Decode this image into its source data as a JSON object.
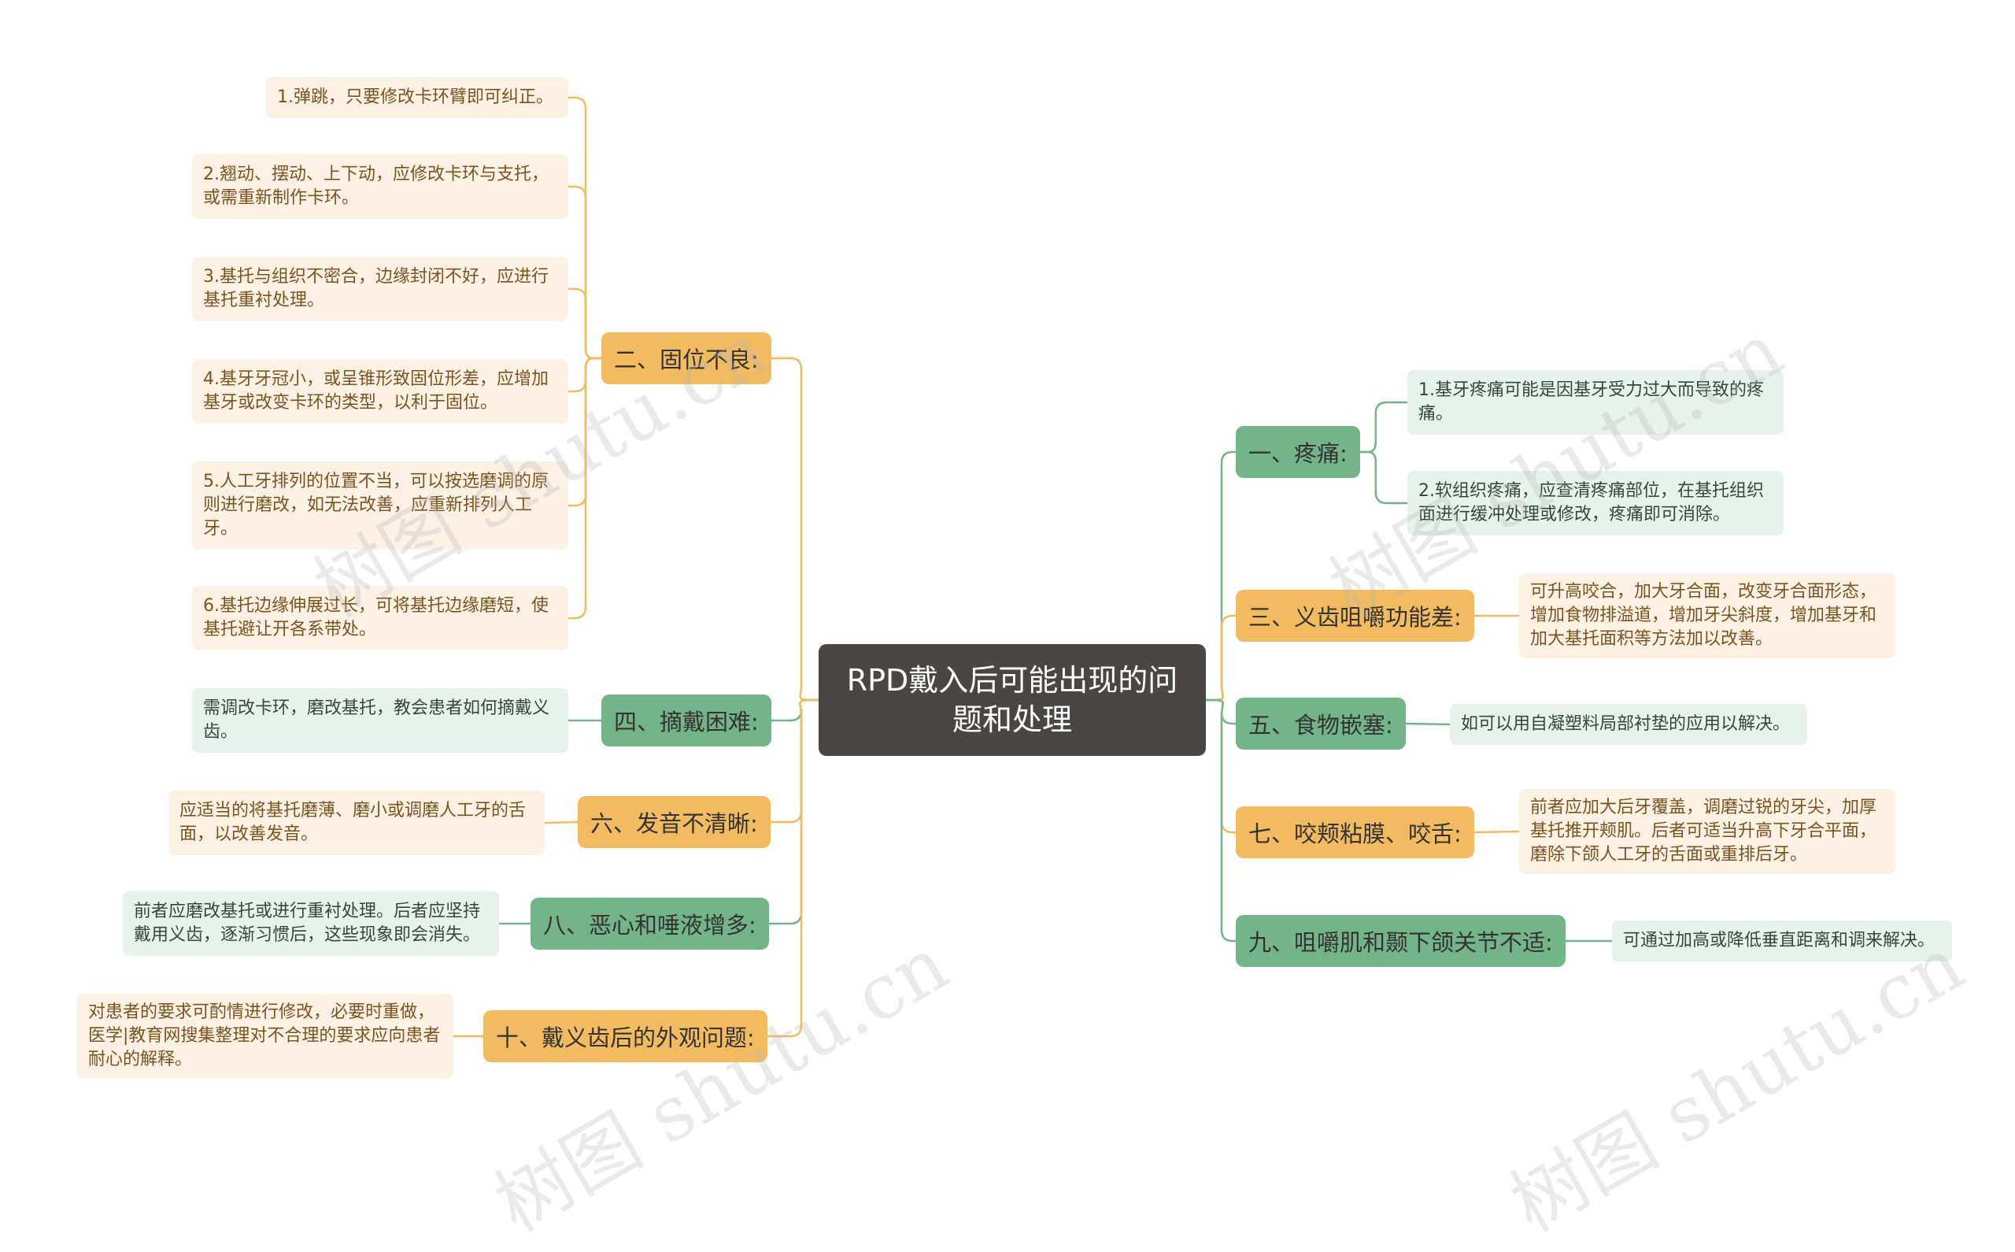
{
  "center": {
    "title": "RPD戴入后可能出现的问题和处理"
  },
  "left": {
    "b2": {
      "label": "二、固位不良:",
      "leaves": [
        "1.弹跳，只要修改卡环臂即可纠正。",
        "2.翘动、摆动、上下动，应修改卡环与支托，或需重新制作卡环。",
        "3.基托与组织不密合，边缘封闭不好，应进行基托重衬处理。",
        "4.基牙牙冠小，或呈锥形致固位形差，应增加基牙或改变卡环的类型，以利于固位。",
        "5.人工牙排列的位置不当，可以按选磨调的原则进行磨改，如无法改善，应重新排列人工牙。",
        "6.基托边缘伸展过长，可将基托边缘磨短，使基托避让开各系带处。"
      ]
    },
    "b4": {
      "label": "四、摘戴困难:",
      "leaf": "需调改卡环，磨改基托，教会患者如何摘戴义齿。"
    },
    "b6": {
      "label": "六、发音不清晰:",
      "leaf": "应适当的将基托磨薄、磨小或调磨人工牙的舌面，以改善发音。"
    },
    "b8": {
      "label": "八、恶心和唾液增多:",
      "leaf": "前者应磨改基托或进行重衬处理。后者应坚持戴用义齿，逐渐习惯后，这些现象即会消失。"
    },
    "b10": {
      "label": "十、戴义齿后的外观问题:",
      "leaf": "对患者的要求可酌情进行修改，必要时重做，医学|教育网搜集整理对不合理的要求应向患者耐心的解释。"
    }
  },
  "right": {
    "b1": {
      "label": "一、疼痛:",
      "leaves": [
        "1.基牙疼痛可能是因基牙受力过大而导致的疼痛。",
        "2.软组织疼痛，应查清疼痛部位，在基托组织面进行缓冲处理或修改，疼痛即可消除。"
      ]
    },
    "b3": {
      "label": "三、义齿咀嚼功能差:",
      "leaf": "可升高咬合，加大牙合面，改变牙合面形态，增加食物排溢道，增加牙尖斜度，增加基牙和加大基托面积等方法加以改善。"
    },
    "b5": {
      "label": "五、食物嵌塞:",
      "leaf": "如可以用自凝塑料局部衬垫的应用以解决。"
    },
    "b7": {
      "label": "七、咬颊粘膜、咬舌:",
      "leaf": "前者应加大后牙覆盖，调磨过锐的牙尖，加厚基托推开颊肌。后者可适当升高下牙合平面，磨除下颌人工牙的舌面或重排后牙。"
    },
    "b9": {
      "label": "九、咀嚼肌和颞下颌关节不适:",
      "leaf": "可通过加高或降低垂直距离和调来解决。"
    }
  },
  "watermark": "树图 shutu.cn",
  "colors": {
    "center": "#4a4646",
    "orange": "#f3bb5f",
    "orange_leaf": "#fdf1e4",
    "green": "#74b489",
    "green_leaf": "#e8f2ec"
  }
}
